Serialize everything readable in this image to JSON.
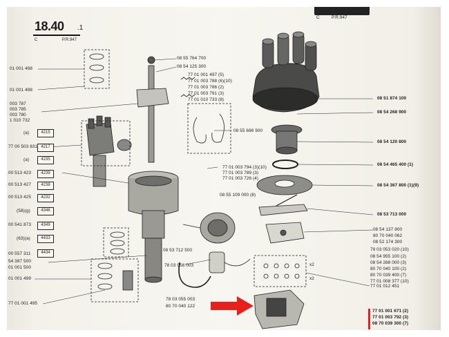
{
  "header": {
    "section_number": "18.40",
    "section_sub": ".1",
    "letter_left": "C",
    "pr_left": "P.R.947",
    "letter_right": "C",
    "pr_right": "P.R.947"
  },
  "left_refs": [
    "01 001 498",
    "01 001 498",
    "003 787",
    "003 785",
    "003 780",
    "1 010 732",
    "77 00 503 831",
    "00 513 423",
    "00 513 427",
    "00 513 425",
    "00 541 873",
    "54 387 500",
    "00 557 311",
    "01 001 500",
    "01 001 499",
    "77 01 001 495"
  ],
  "left_prefixes": [
    "(a)",
    "(a)",
    "(58)(g)",
    "(63)(a)"
  ],
  "box_labels": [
    "4215",
    "4217",
    "4235",
    "4239",
    "4238",
    "4232",
    "4346",
    "4349",
    "4433",
    "4434"
  ],
  "center_refs": [
    "08 55 764 700",
    "08 54 125 300",
    "77 01 001 497 (5)",
    "77 01 003 788 (6)(10)",
    "77 01 003 786 (2)",
    "77 01 003 791 (3)",
    "77 01 010 733 (8)",
    "08 55 696 900",
    "77 01 003 794 (3)(10)",
    "77 01 003 789 (3)",
    "77 01 003 726 (4)",
    "08 55 109 000 (8)",
    "08 53 712 500",
    "78 03 056 003",
    "78 03 055 003",
    "80 70 040 122"
  ],
  "right_refs": [
    "08 51 874 100",
    "08 54 268 900",
    "08 54 120 800",
    "08 54 465 400 (1)",
    "08 54 367 800 (1)(9)",
    "08 53 713 000",
    "08 54 137 800",
    "80 70 040 062",
    "08 52 174 300",
    "79 03 053 020 (10)",
    "08 54 955 100 (2)",
    "08 54 288 000 (3)",
    "80 70 040 100 (2)",
    "80 70 039 400 (7)",
    "77 01 008 377 (10)",
    "77 01 012 451",
    "77 01 001 671 (2)",
    "77 01 003 792 (3)",
    "08 70 039 300 (7)"
  ],
  "small_marks": [
    "x2",
    "x2"
  ],
  "colors": {
    "paper": "#f4f2ea",
    "ink": "#1b1b1b",
    "highlight_arrow": "#e8201c"
  }
}
